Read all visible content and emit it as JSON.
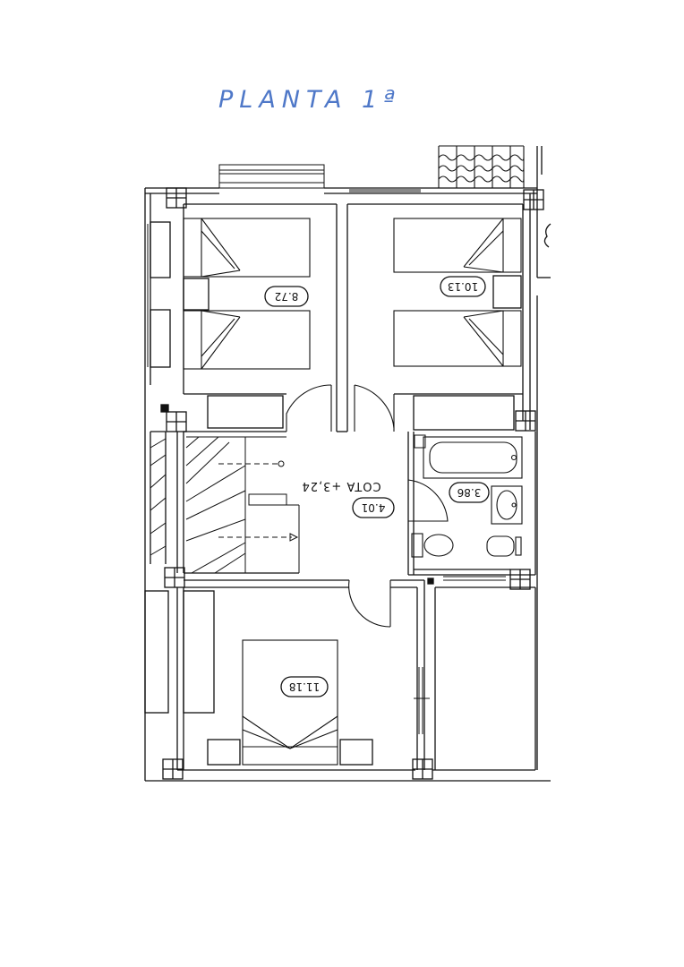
{
  "title": "PLANTA 1ª",
  "level": "COTA +3,24",
  "rooms": [
    {
      "id": "bedroom-left",
      "area": "8.72"
    },
    {
      "id": "bedroom-right",
      "area": "10.13"
    },
    {
      "id": "hall",
      "area": "4.01"
    },
    {
      "id": "bathroom",
      "area": "3.86"
    },
    {
      "id": "bedroom-main",
      "area": "11.18"
    }
  ],
  "colors": {
    "ink": "#111111",
    "title": "#4f78c8"
  }
}
